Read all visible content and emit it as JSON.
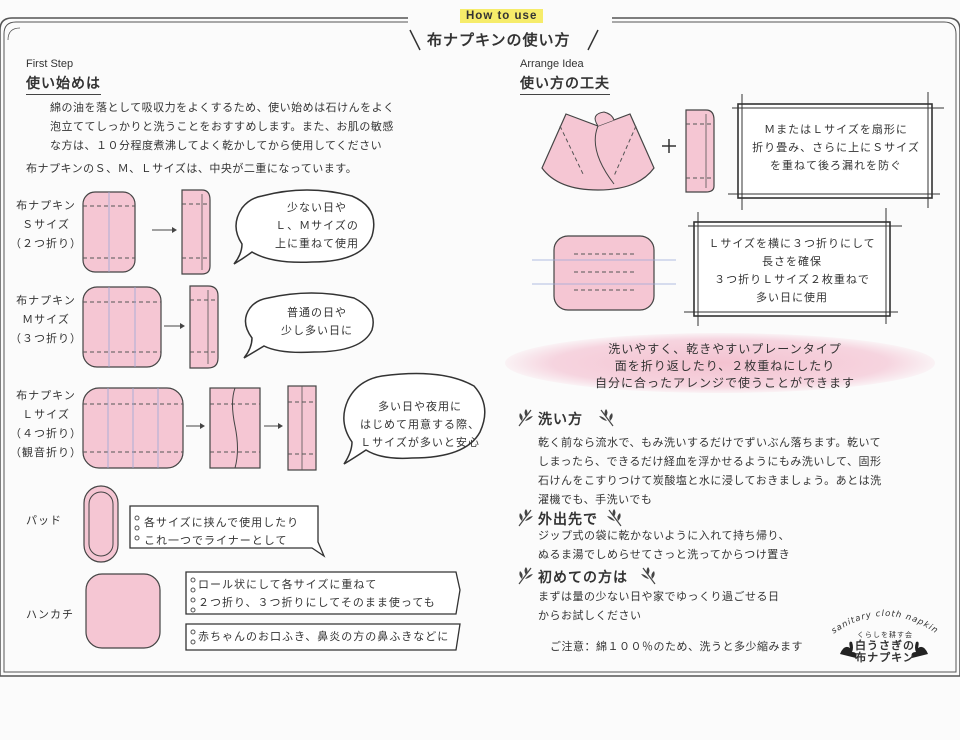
{
  "header": {
    "en_title": "How to use",
    "title": "布ナプキンの使い方"
  },
  "left": {
    "step_label": "First Step",
    "heading": "使い始めは",
    "intro_lines": [
      "綿の油を落として吸収力をよくするため、使い始めは石けんをよく",
      "泡立ててしっかりと洗うことをおすすめします。また、お肌の敏感",
      "な方は、１０分程度煮沸してよく乾かしてから使用してください"
    ],
    "note": "布ナプキンのＳ、Ｍ、Ｌサイズは、中央が二重になっています。",
    "sizes": [
      {
        "label_lines": [
          "布ナプキン",
          "Ｓサイズ",
          "（２つ折り）"
        ],
        "bubble_lines": [
          "少ない日や",
          "Ｌ、Ｍサイズの",
          "上に重ねて使用"
        ]
      },
      {
        "label_lines": [
          "布ナプキン",
          "Ｍサイズ",
          "（３つ折り）"
        ],
        "bubble_lines": [
          "普通の日や",
          "少し多い日に"
        ]
      },
      {
        "label_lines": [
          "布ナプキン",
          "Ｌサイズ",
          "（４つ折り）",
          "（観音折り）"
        ],
        "bubble_lines": [
          "多い日や夜用に",
          "はじめて用意する際、",
          "Ｌサイズが多いと安心"
        ]
      }
    ],
    "pad": {
      "label": "パッド",
      "note_lines": [
        "各サイズに挟んで使用したり",
        "これ一つでライナーとして"
      ]
    },
    "handkerchief": {
      "label": "ハンカチ",
      "note1_lines": [
        "ロール状にして各サイズに重ねて",
        "２つ折り、３つ折りにしてそのまま使っても"
      ],
      "note2": "赤ちゃんのお口ふき、鼻炎の方の鼻ふきなどに"
    }
  },
  "right": {
    "step_label": "Arrange Idea",
    "heading": "使い方の工夫",
    "box1_lines": [
      "ＭまたはＬサイズを扇形に",
      "折り畳み、さらに上にＳサイズ",
      "を重ねて後ろ漏れを防ぐ"
    ],
    "plus": "+",
    "box2_lines": [
      "Ｌサイズを横に３つ折りにして",
      "長さを確保",
      "３つ折りＬサイズ２枚重ねで",
      "多い日に使用"
    ],
    "banner_lines": [
      "洗いやすく、乾きやすいプレーンタイプ",
      "面を折り返したり、２枚重ねにしたり",
      "自分に合ったアレンジで使うことができます"
    ],
    "wash": {
      "heading": "洗い方",
      "lines": [
        "乾く前なら流水で、もみ洗いするだけでずいぶん落ちます。乾いて",
        "しまったら、できるだけ経血を浮かせるようにもみ洗いして、固形",
        "石けんをこすりつけて炭酸塩と水に浸しておきましょう。あとは洗",
        "濯機でも、手洗いでも"
      ]
    },
    "outside": {
      "heading": "外出先で",
      "lines": [
        "ジップ式の袋に乾かないように入れて持ち帰り、",
        "ぬるま湯でしめらせてさっと洗ってからつけ置き"
      ]
    },
    "first": {
      "heading": "初めての方は",
      "lines": [
        "まずは量の少ない日や家でゆっくり過ごせる日",
        "からお試しください"
      ]
    },
    "caution": "ご注意：綿１００％のため、洗うと多少縮みます"
  },
  "logo": {
    "arc_text": "sanitary cloth napkin",
    "org": "くらしを耕す会",
    "name_line1": "白うさぎの",
    "name_line2": "布ナプキン"
  },
  "colors": {
    "pink": "#f5c6d3",
    "line": "#333333",
    "highlight": "#f6ec6a"
  }
}
